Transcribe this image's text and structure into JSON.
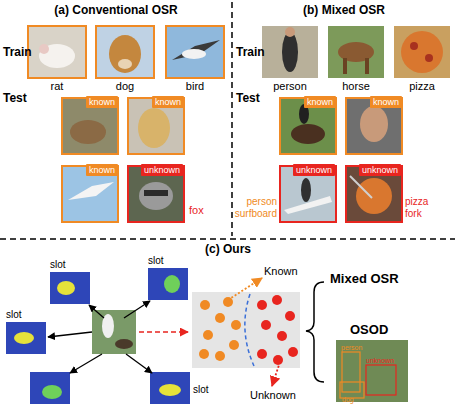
{
  "diagram": {
    "nodes": [
      {
        "text": [
          "known"
        ]
      },
      {
        "text": [
          "known"
        ]
      },
      {
        "text": [
          "known"
        ]
      },
      {
        "text": [
          "unknown"
        ]
      },
      {
        "text": [
          "known"
        ]
      },
      {
        "text": [
          "known"
        ]
      },
      {
        "text": [
          "unknown"
        ]
      },
      {
        "text": [
          "unknown"
        ]
      }
    ],
    "labels": [
      "(a) Conventional OSR",
      "(b) Mixed OSR",
      "Train",
      "Test",
      "rat",
      "dog",
      "bird",
      "fox",
      "Train",
      "Test",
      "person",
      "horse",
      "pizza",
      "person",
      "surfboard",
      "pizza",
      "fork",
      "(c) Ours",
      "slot",
      "slot",
      "slot",
      "slot",
      "Known",
      "Unknown",
      "Mixed OSR",
      "OSOD",
      "person",
      "unknown",
      "dog"
    ]
  }
}
